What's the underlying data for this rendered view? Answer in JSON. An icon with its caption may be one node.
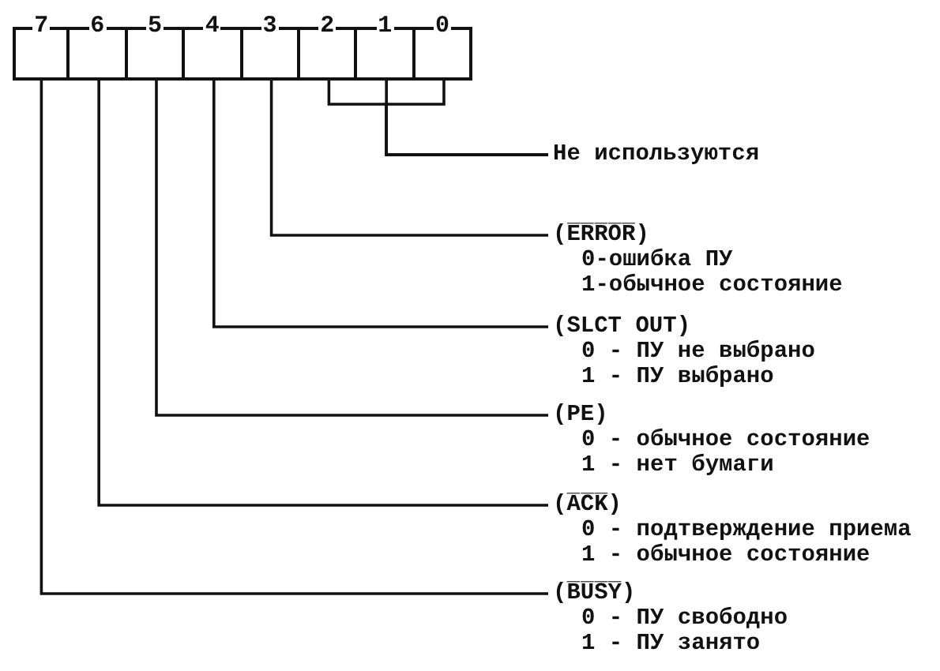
{
  "diagram": {
    "nodes": [
      {
        "text": [
          "7"
        ]
      },
      {
        "text": [
          "6"
        ]
      },
      {
        "text": [
          "5"
        ]
      },
      {
        "text": [
          "4"
        ]
      },
      {
        "text": [
          "3"
        ]
      },
      {
        "text": [
          "2"
        ]
      },
      {
        "text": [
          "1"
        ]
      },
      {
        "text": [
          "0"
        ]
      },
      {
        "text": [
          "Не используются"
        ]
      },
      {
        "text": [
          "(E̅R̅R̅O̅R̅)",
          "0-ошибка ПУ",
          "1-обычное состояние"
        ]
      },
      {
        "text": [
          "(SLCT OUT)",
          "0 - ПУ не выбрано",
          "1 - ПУ выбрано"
        ]
      },
      {
        "text": [
          "(PE)",
          "0 - обычное состояние",
          "1 - нет бумаги"
        ]
      },
      {
        "text": [
          "(A̅C̅K̅)",
          "0 - подтверждение приема",
          "1 - обычное состояние"
        ]
      },
      {
        "text": [
          "(B̅U̅S̅Y̅)",
          "0 - ПУ свободно",
          "1 - ПУ занято"
        ]
      }
    ],
    "edges": [
      {
        "from": 5,
        "to": 8,
        "arrow": "none"
      },
      {
        "from": 6,
        "to": 8,
        "arrow": "none"
      },
      {
        "from": 7,
        "to": 8,
        "arrow": "none"
      },
      {
        "from": 4,
        "to": 9,
        "arrow": "none"
      },
      {
        "from": 3,
        "to": 10,
        "arrow": "none"
      },
      {
        "from": 2,
        "to": 11,
        "arrow": "none"
      },
      {
        "from": 1,
        "to": 12,
        "arrow": "none"
      },
      {
        "from": 0,
        "to": 13,
        "arrow": "none"
      }
    ]
  }
}
